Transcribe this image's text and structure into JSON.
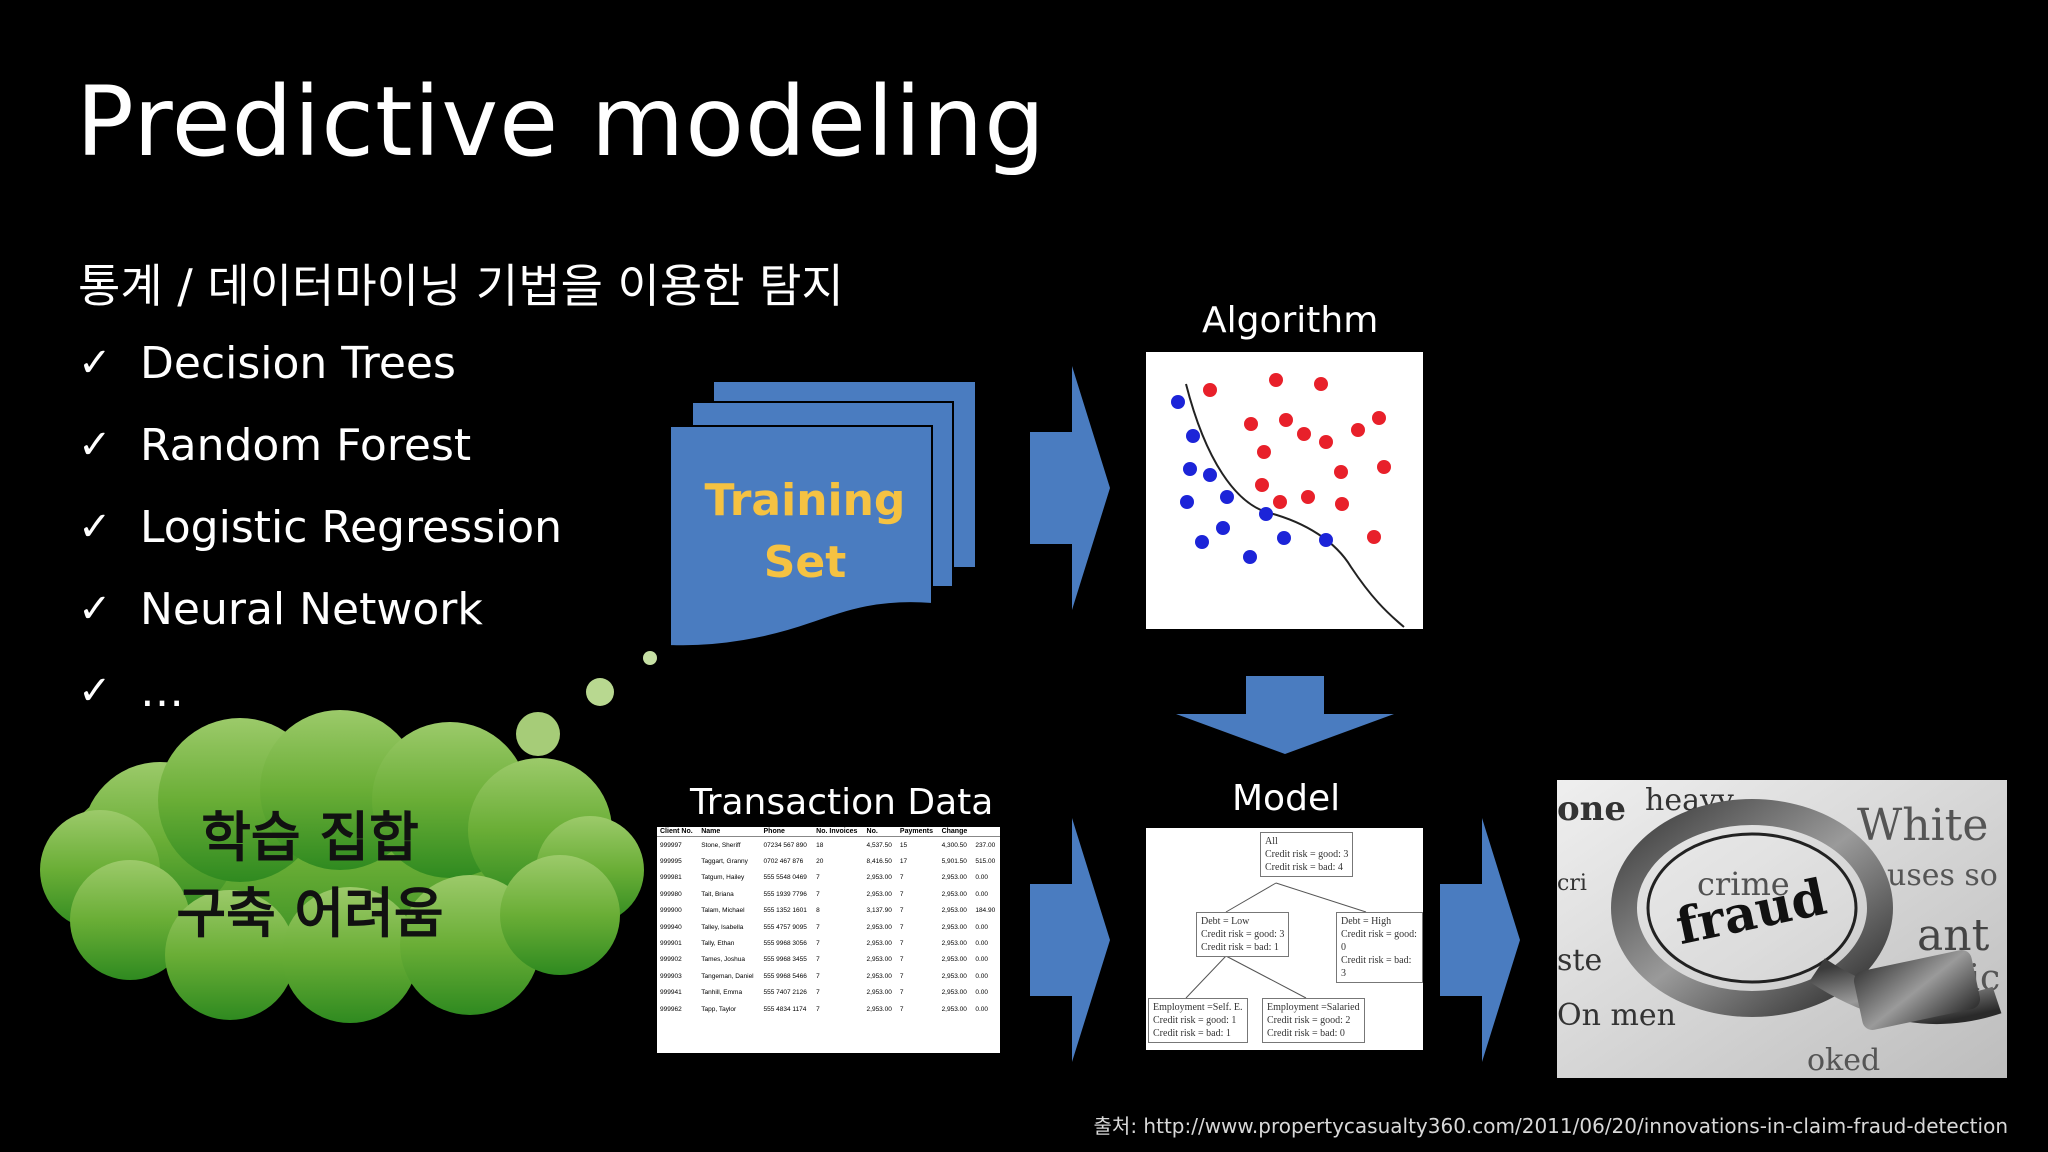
{
  "slide": {
    "title": "Predictive modeling",
    "subtitle": "통계 / 데이터마이닝 기법을 이용한 탐지",
    "check_glyph": "✓",
    "bullets": [
      "Decision Trees",
      "Random Forest",
      "Logistic Regression",
      "Neural Network",
      "…"
    ],
    "cloud": {
      "line1": "학습 집합",
      "line2": "구축 어려움",
      "color": "#5a9e2a"
    },
    "training_set": {
      "line1": "Training",
      "line2": "Set",
      "color": "#4a7cc0",
      "text_color": "#f5c242"
    },
    "algorithm_label": "Algorithm",
    "transaction_label": "Transaction Data",
    "model_label": "Model",
    "source": "출처: http://www.propertycasualty360.com/2011/06/20/innovations-in-claim-fraud-detection",
    "arrow_color": "#4a7cc0"
  },
  "transaction_table": {
    "headers": [
      "Client No.",
      "Name",
      "Phone",
      "No. Invoices",
      "No.",
      "Payments",
      "Change"
    ],
    "rows": [
      [
        "999997",
        "Stone, Sheriff",
        "07234 567 890",
        "18",
        "4,537.50",
        "15",
        "4,300.50",
        "237.00"
      ],
      [
        "999995",
        "Taggart, Granny",
        "0702 467 876",
        "20",
        "8,416.50",
        "17",
        "5,901.50",
        "515.00"
      ],
      [
        "999981",
        "Tatgum, Hailey",
        "555 5548 0469",
        "7",
        "2,953.00",
        "7",
        "2,953.00",
        "0.00"
      ],
      [
        "999980",
        "Tait, Briana",
        "555 1939 7796",
        "7",
        "2,953.00",
        "7",
        "2,953.00",
        "0.00"
      ],
      [
        "999900",
        "Talam, Michael",
        "555 1352 1601",
        "8",
        "3,137.90",
        "7",
        "2,953.00",
        "184.90"
      ],
      [
        "999940",
        "Talley, Isabella",
        "555 4757 9095",
        "7",
        "2,953.00",
        "7",
        "2,953.00",
        "0.00"
      ],
      [
        "999901",
        "Tally, Ethan",
        "555 9968 3056",
        "7",
        "2,953.00",
        "7",
        "2,953.00",
        "0.00"
      ],
      [
        "999902",
        "Tames, Joshua",
        "555 9968 3455",
        "7",
        "2,953.00",
        "7",
        "2,953.00",
        "0.00"
      ],
      [
        "999903",
        "Tangeman, Daniel",
        "555 9968 5466",
        "7",
        "2,953.00",
        "7",
        "2,953.00",
        "0.00"
      ],
      [
        "999941",
        "Tanhill, Emma",
        "555 7407 2126",
        "7",
        "2,953.00",
        "7",
        "2,953.00",
        "0.00"
      ],
      [
        "999962",
        "Tapp, Taylor",
        "555 4834 1174",
        "7",
        "2,953.00",
        "7",
        "2,953.00",
        "0.00"
      ]
    ]
  },
  "model_tree": {
    "root": [
      "All",
      "Credit risk = good: 3",
      "Credit risk = bad: 4"
    ],
    "left": [
      "Debt = Low",
      "Credit risk = good: 3",
      "Credit risk = bad: 1"
    ],
    "right": [
      "Debt = High",
      "Credit risk = good: 0",
      "Credit risk = bad: 3"
    ],
    "leaf1": [
      "Employment =Self. E.",
      "Credit risk = good: 1",
      "Credit risk = bad: 1"
    ],
    "leaf2": [
      "Employment =Salaried",
      "Credit risk = good: 2",
      "Credit risk = bad: 0"
    ]
  },
  "scatter": {
    "red_color": "#e8202a",
    "blue_color": "#1c24d8"
  },
  "fraud_image": {
    "main_word": "fraud",
    "words": [
      "heavy",
      "crime",
      "White",
      "uses so",
      "ant",
      "lic",
      "On men",
      "one",
      "oked",
      "cri",
      "ste"
    ]
  }
}
